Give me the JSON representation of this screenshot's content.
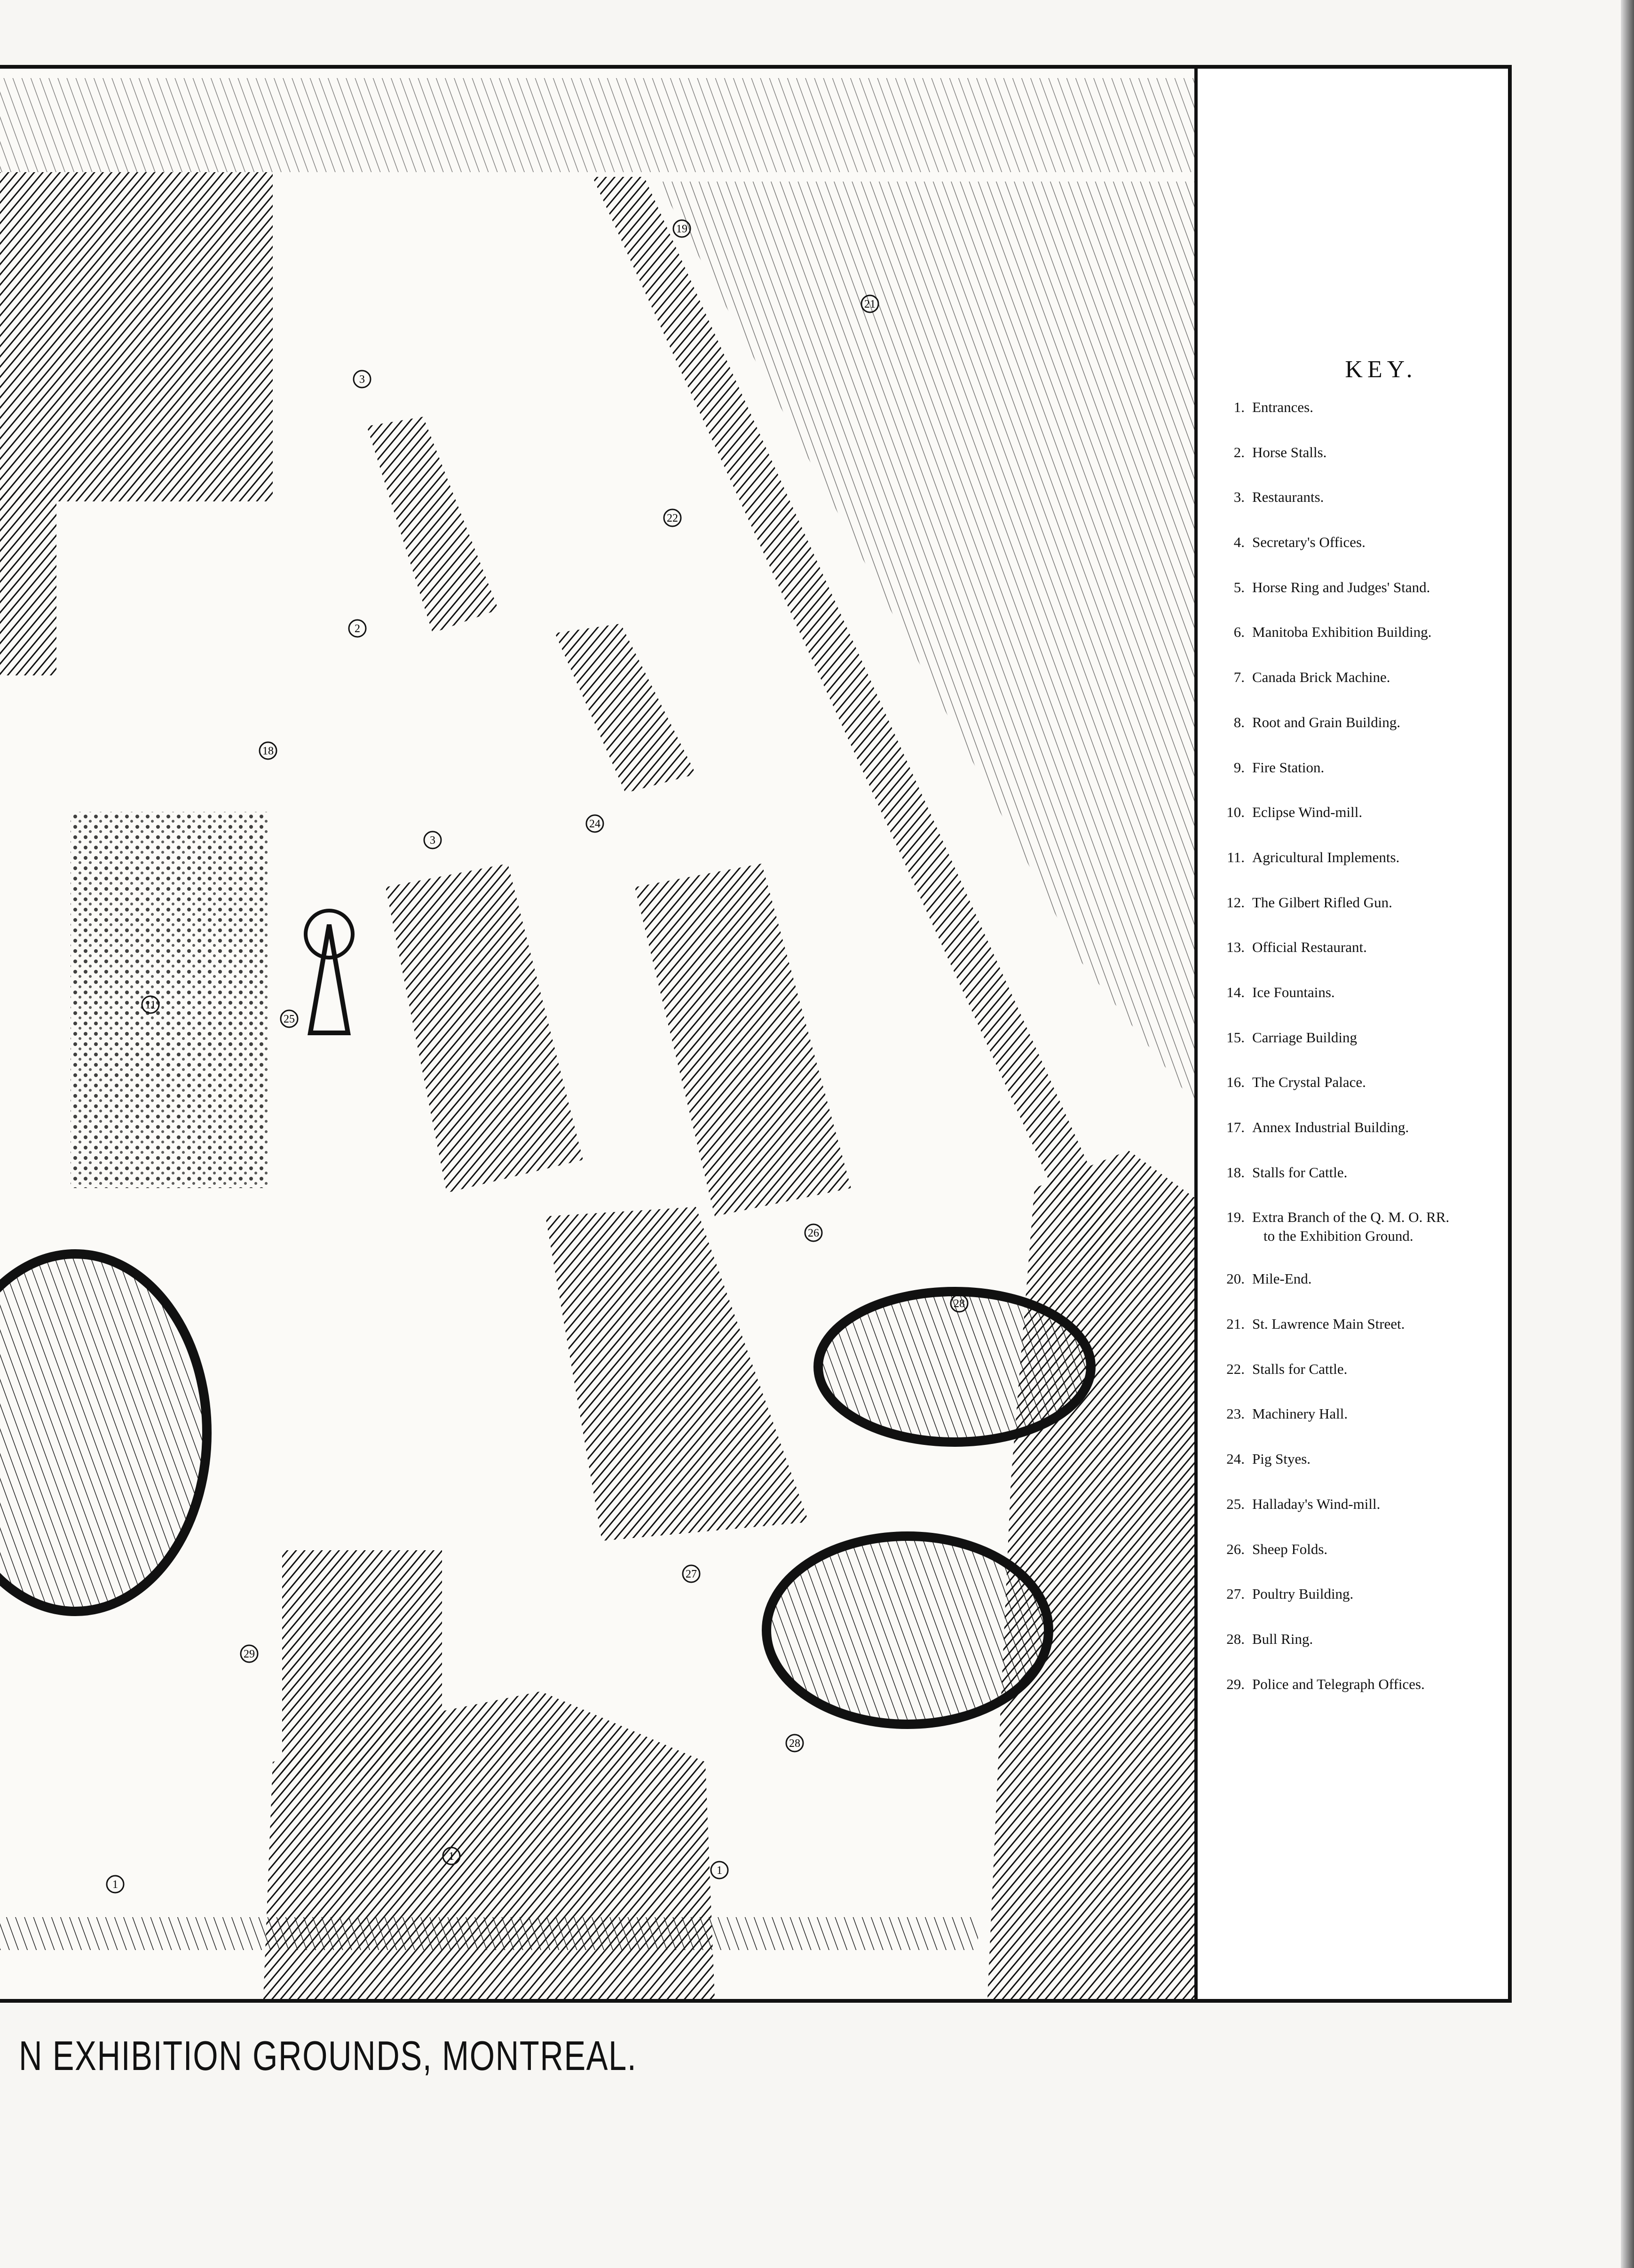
{
  "key": {
    "title": "KEY.",
    "items": [
      {
        "num": "1.",
        "label": "Entrances."
      },
      {
        "num": "2.",
        "label": "Horse Stalls."
      },
      {
        "num": "3.",
        "label": "Restaurants."
      },
      {
        "num": "4.",
        "label": "Secretary's Offices."
      },
      {
        "num": "5.",
        "label": "Horse Ring and Judges' Stand."
      },
      {
        "num": "6.",
        "label": "Manitoba Exhibition Building."
      },
      {
        "num": "7.",
        "label": "Canada Brick Machine."
      },
      {
        "num": "8.",
        "label": "Root and Grain Building."
      },
      {
        "num": "9.",
        "label": "Fire Station."
      },
      {
        "num": "10.",
        "label": "Eclipse Wind-mill."
      },
      {
        "num": "11.",
        "label": "Agricultural Implements."
      },
      {
        "num": "12.",
        "label": "The Gilbert Rifled Gun."
      },
      {
        "num": "13.",
        "label": "Official Restaurant."
      },
      {
        "num": "14.",
        "label": "Ice Fountains."
      },
      {
        "num": "15.",
        "label": "Carriage Building"
      },
      {
        "num": "16.",
        "label": "The Crystal Palace."
      },
      {
        "num": "17.",
        "label": "Annex Industrial Building."
      },
      {
        "num": "18.",
        "label": "Stalls for Cattle."
      },
      {
        "num": "19.",
        "label": "Extra Branch of the Q. M. O. RR.",
        "label2": "to the Exhibition Ground."
      },
      {
        "num": "20.",
        "label": "Mile-End."
      },
      {
        "num": "21.",
        "label": "St. Lawrence Main Street."
      },
      {
        "num": "22.",
        "label": "Stalls for Cattle."
      },
      {
        "num": "23.",
        "label": "Machinery Hall."
      },
      {
        "num": "24.",
        "label": "Pig Styes."
      },
      {
        "num": "25.",
        "label": "Halladay's Wind-mill."
      },
      {
        "num": "26.",
        "label": "Sheep Folds."
      },
      {
        "num": "27.",
        "label": "Poultry Building."
      },
      {
        "num": "28.",
        "label": "Bull Ring."
      },
      {
        "num": "29.",
        "label": "Police and Telegraph Offices."
      }
    ]
  },
  "caption": "N EXHIBITION GROUNDS, MONTREAL.",
  "illustration": {
    "subject": "engraving of exhibition grounds, bird's-eye view",
    "number_markers": [
      "19",
      "21",
      "3",
      "22",
      "2",
      "18",
      "24",
      "3",
      "25",
      "26",
      "11",
      "28",
      "27",
      "29",
      "28",
      "1",
      "1",
      "1"
    ]
  }
}
